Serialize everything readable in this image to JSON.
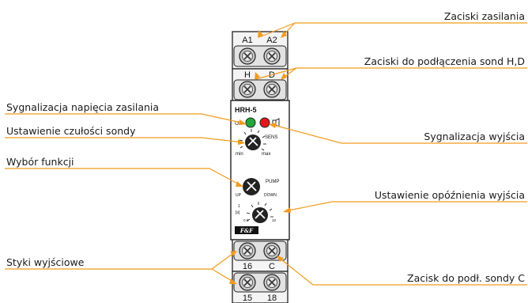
{
  "callouts": {
    "supply_terminals": "Zaciski zasilania",
    "probe_terminals_hd": "Zaciski do podłączenia sond H,D",
    "supply_voltage_signal": "Sygnalizacja napięcia zasilania",
    "probe_sensitivity": "Ustawienie czułości sondy",
    "function_select": "Wybór funkcji",
    "output_signal": "Sygnalizacja wyjścia",
    "output_delay": "Ustawienie opóźnienia wyjścia",
    "output_contacts": "Styki wyjściowe",
    "probe_c_terminal": "Zacisk do podł. sondy C"
  },
  "device": {
    "top_left_terminal": "A1",
    "top_right_terminal": "A2",
    "probe_h": "H",
    "probe_d": "D",
    "model": "HRH-5",
    "un_label": "Un",
    "sens_label": "SENS",
    "min_label": "min",
    "max_label": "max",
    "pump_label": "PUMP",
    "up_label": "UP",
    "down_label": "DOWN",
    "delay_unit": "[s]",
    "delay_min": "0.5",
    "delay_max": "10",
    "delay_one": "1",
    "brand": "F&F",
    "bottom_terminal_16": "16",
    "bottom_terminal_c": "C",
    "bottom_terminal_15": "15",
    "bottom_terminal_18": "18"
  },
  "colors": {
    "leader_lines": "#f29b1c",
    "led_un": "#22a83a",
    "led_output": "#e0191b"
  }
}
